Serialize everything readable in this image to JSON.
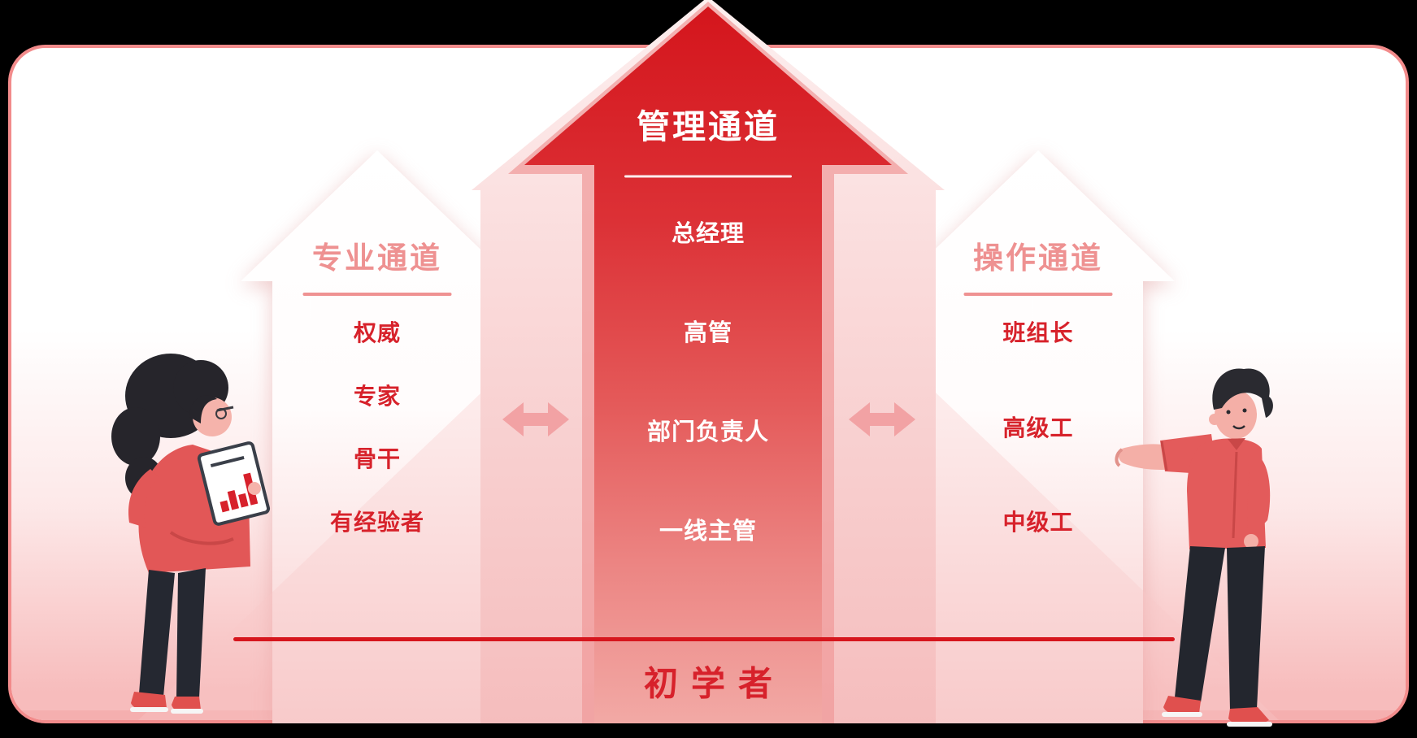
{
  "channels": {
    "management": {
      "title": "管理通道",
      "levels": [
        "总经理",
        "高管",
        "部门负责人",
        "一线主管"
      ]
    },
    "professional": {
      "title": "专业通道",
      "levels": [
        "权威",
        "专家",
        "骨干",
        "有经验者"
      ]
    },
    "operation": {
      "title": "操作通道",
      "levels": [
        "班组长",
        "高级工",
        "中级工"
      ]
    }
  },
  "baseline": {
    "label": "初学者"
  },
  "colors": {
    "primary_red": "#D5161D",
    "item_red": "#D7212B",
    "salmon_title": "#EE9191",
    "card_border": "#F28B8B",
    "pink_band": "#FAD6D6",
    "double_arrow": "#F2A2A4",
    "baseline_line": "#D6161D"
  }
}
